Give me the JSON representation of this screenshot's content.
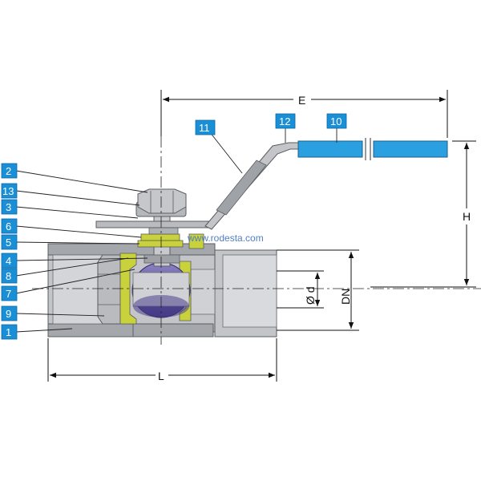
{
  "colors": {
    "callout_fill": "#1a8fd6",
    "handle_grip": "#2aa0e0",
    "seat": "#c9d23a",
    "ball": "#5a4f9a",
    "body": "#c3c5c8"
  },
  "callouts": {
    "c1": "1",
    "c2": "2",
    "c3": "3",
    "c4": "4",
    "c5": "5",
    "c6": "6",
    "c7": "7",
    "c8": "8",
    "c9": "9",
    "c10": "10",
    "c11": "11",
    "c12": "12",
    "c13": "13"
  },
  "dimensions": {
    "E": "E",
    "H": "H",
    "L": "L",
    "DN": "DN",
    "d": "Ø d"
  },
  "watermark": "www.rodesta.com"
}
